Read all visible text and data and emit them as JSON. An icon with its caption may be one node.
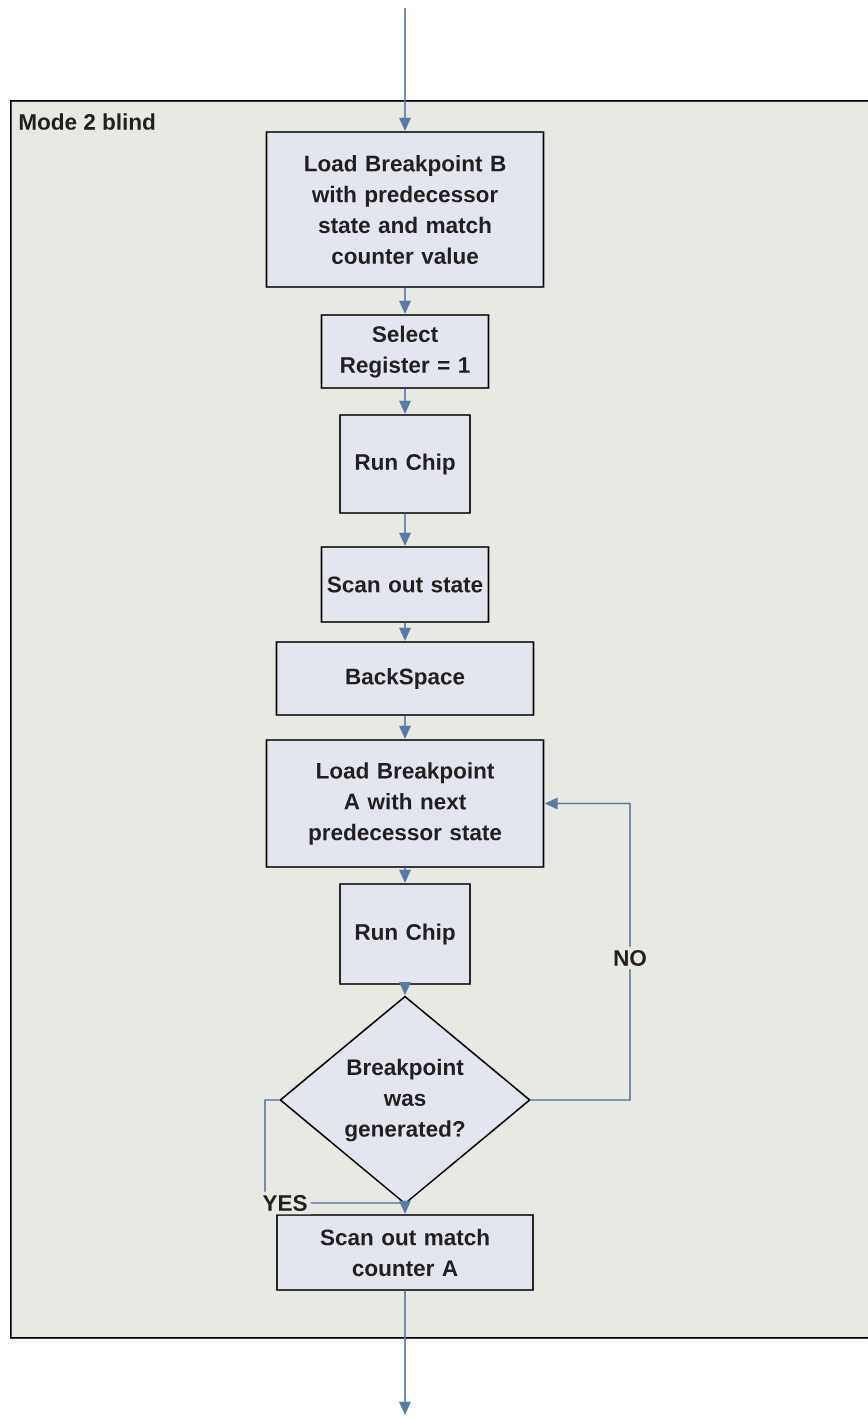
{
  "diagram": {
    "nodes": [
      {
        "text": [
          "Mode 2 blind"
        ]
      },
      {
        "text": [
          "Load Breakpoint B with predecessor state and match counter value"
        ],
        "in": 0
      },
      {
        "text": [
          "Select Register = 1"
        ],
        "in": 0
      },
      {
        "text": [
          "Run Chip"
        ],
        "in": 0
      },
      {
        "text": [
          "Scan out state"
        ],
        "in": 0
      },
      {
        "text": [
          "BackSpace"
        ],
        "in": 0
      },
      {
        "text": [
          "Load Breakpoint A with next predecessor state"
        ],
        "in": 0
      },
      {
        "text": [
          "Run Chip"
        ],
        "in": 0
      },
      {
        "text": [
          "Breakpoint was generated?"
        ],
        "in": 0
      },
      {
        "text": [
          "Scan out match counter A"
        ],
        "in": 0
      }
    ],
    "edges": [
      {
        "from": null,
        "to": 1,
        "arrow": "to"
      },
      {
        "from": 1,
        "to": 2,
        "arrow": "to"
      },
      {
        "from": 2,
        "to": 3,
        "arrow": "to"
      },
      {
        "from": 3,
        "to": 4,
        "arrow": "to"
      },
      {
        "from": 4,
        "to": 5,
        "arrow": "to"
      },
      {
        "from": 5,
        "to": 6,
        "arrow": "to"
      },
      {
        "from": 6,
        "to": 7,
        "arrow": "to"
      },
      {
        "from": 7,
        "to": 8,
        "arrow": "to"
      },
      {
        "from": 8,
        "to": 6,
        "arrow": "to",
        "label": "NO"
      },
      {
        "from": 8,
        "to": 9,
        "arrow": "to",
        "label": "YES"
      },
      {
        "from": 9,
        "to": null,
        "arrow": "to"
      }
    ]
  }
}
